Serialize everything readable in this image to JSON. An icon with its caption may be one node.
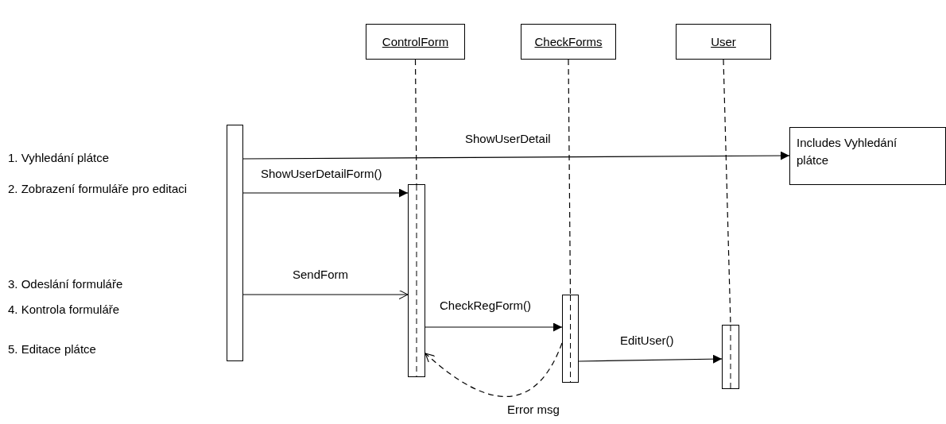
{
  "diagram": {
    "nodes": [
      {
        "text": [
          "ControlForm"
        ]
      },
      {
        "text": [
          "CheckForms"
        ]
      },
      {
        "text": [
          "User"
        ]
      },
      {
        "text": [],
        "shape": "bar"
      },
      {
        "text": [],
        "shape": "bar"
      },
      {
        "text": [],
        "shape": "bar"
      },
      {
        "text": [],
        "shape": "bar"
      },
      {
        "text": [
          "Includes Vyhledání plátce"
        ]
      }
    ],
    "edges": [
      {
        "from": 0,
        "to": 4,
        "arrow": "none",
        "style": "dashed"
      },
      {
        "from": 1,
        "to": 5,
        "arrow": "none",
        "style": "dashed"
      },
      {
        "from": 2,
        "to": 6,
        "arrow": "none",
        "style": "dashed"
      },
      {
        "from": 3,
        "to": 7,
        "arrow": "to",
        "label": "ShowUserDetail"
      },
      {
        "from": 3,
        "to": 4,
        "arrow": "to",
        "label": "ShowUserDetailForm()"
      },
      {
        "from": 3,
        "to": 4,
        "arrow": "to",
        "label": "SendForm"
      },
      {
        "from": 4,
        "to": 5,
        "arrow": "to",
        "label": "CheckRegForm()"
      },
      {
        "from": 5,
        "to": 6,
        "arrow": "to",
        "label": "EditUser()"
      },
      {
        "from": 5,
        "to": 4,
        "arrow": "to",
        "label": "Error msg",
        "style": "dashed"
      }
    ],
    "labels": [
      "1. Vyhledání plátce",
      "2. Zobrazení formuláře pro editaci",
      "3. Odeslání formuláře",
      "4. Kontrola formuláře",
      "5. Editace plátce"
    ]
  }
}
